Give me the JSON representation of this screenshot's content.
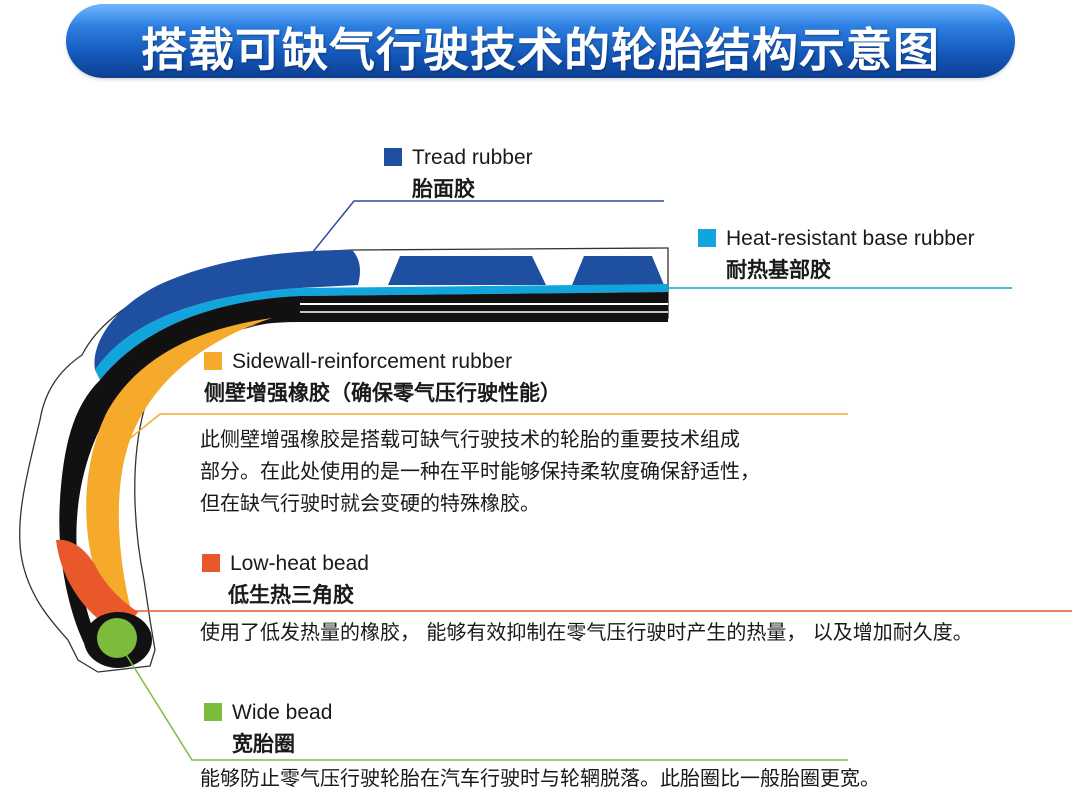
{
  "title": "搭载可缺气行驶技术的轮胎结构示意图",
  "colors": {
    "banner": "#1256b8",
    "tread": "#1f4fa0",
    "heat_resistant": "#12a4dc",
    "sidewall": "#f5aa2c",
    "bead_low_heat": "#e8582a",
    "wide_bead": "#7dbb3c",
    "leader_blue": "#2a4e9c",
    "leader_cyan": "#12a4dc",
    "leader_orange": "#f5aa2c",
    "leader_red": "#e8582a",
    "leader_green": "#7dbb3c"
  },
  "components": {
    "tread": {
      "en": "Tread rubber",
      "zh": "胎面胶"
    },
    "heat_resistant": {
      "en": "Heat-resistant base rubber",
      "zh": "耐热基部胶"
    },
    "sidewall": {
      "en": "Sidewall-reinforcement rubber",
      "zh": "侧壁增强橡胶（确保零气压行驶性能）",
      "desc": [
        "此侧壁增强橡胶是搭载可缺气行驶技术的轮胎的重要技术组成",
        "部分。在此处使用的是一种在平时能够保持柔软度确保舒适性，",
        "但在缺气行驶时就会变硬的特殊橡胶。"
      ]
    },
    "low_heat_bead": {
      "en": "Low-heat bead",
      "zh": "低生热三角胶",
      "desc": [
        "使用了低发热量的橡胶， 能够有效抑制在零气压行驶时产生的热量， 以及增加耐久度。"
      ]
    },
    "wide_bead": {
      "en": "Wide bead",
      "zh": "宽胎圈",
      "desc": [
        "能够防止零气压行驶轮胎在汽车行驶时与轮辋脱落。此胎圈比一般胎圈更宽。"
      ]
    }
  }
}
